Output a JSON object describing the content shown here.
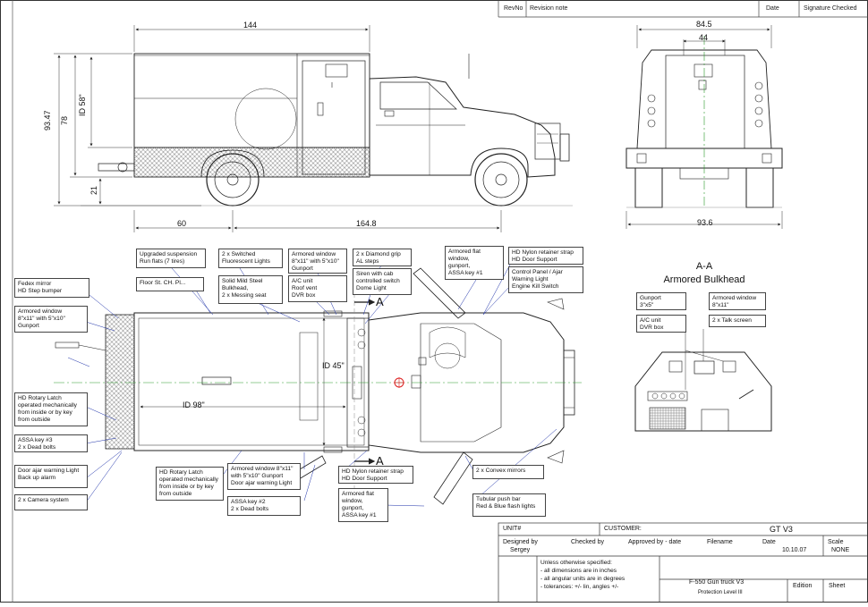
{
  "revision_header": {
    "rev_no": "RevNo",
    "revision_note": "Revision note",
    "date": "Date",
    "signature_checked": "Signature Checked"
  },
  "dimensions": {
    "side_length": "144",
    "side_height_total": "93.47",
    "side_height_box": "78",
    "side_inner_height": "ID 58\"",
    "side_ground": "21",
    "side_front_gap": "60",
    "side_wheelbase": "164.8",
    "rear_width_top": "84.5",
    "rear_inner_width": "44",
    "rear_width_bottom": "93.6",
    "plan_inner_width": "ID 45\"",
    "plan_inner_length": "ID 98\""
  },
  "section": {
    "title": "A-A",
    "subtitle": "Armored Bulkhead",
    "marker": "A"
  },
  "callouts": {
    "upgraded_suspension": "Upgraded suspension\nRun flats (7 tires)",
    "fluorescent_lights": "2 x Switched\nFluorescent Lights",
    "armored_window_top": "Armored window\n8\"x11\" with 5\"x10\"\nGunport",
    "diamond_grip": "2 x Diamond grip\nAL steps",
    "armored_flat_window_top": "Armored flat\nwindow,\ngunport,\nASSA key #1",
    "nylon_retainer_top": "HD Nylon retainer strap\nHD Door Support",
    "fedex_mirror": "Fedex mirror\nHD Step bumper",
    "floor": "Floor St. CH. Pl...",
    "solid_steel": "Solid Mild Steel\nBulkhead,\n2 x Messing seat",
    "ac_unit_top": "A/C unit\nRoof vent\nDVR box",
    "siren": "Siren with cab\ncontrolled switch\nDome Light",
    "control_panel": "Control Panel / Ajar\nWarning Light\nEngine Kill Switch",
    "armored_window_left": "Armored window\n8\"x11\" with 5\"x10\"\nGunport",
    "hd_rotary_left": "HD Rotary Latch\noperated mechanically\nfrom inside or by key\nfrom outside",
    "assa_3": "ASSA key #3\n2 x Dead bolts",
    "door_ajar": "Door ajar warning Light\nBack up alarm",
    "camera": "2 x Camera system",
    "hd_rotary_bottom": "HD Rotary Latch\noperated mechanically\nfrom inside or by key\nfrom outside",
    "armored_window_bottom": "Armored window 8\"x11\"\nwith 5\"x10\" Gunport\nDoor ajar warning Light",
    "assa_2": "ASSA key #2\n2 x Dead bolts",
    "nylon_retainer_bottom": "HD Nylon retainer strap\nHD Door Support",
    "armored_flat_window_bottom": "Armored flat\nwindow,\ngunport,\nASSA key #1",
    "convex_mirrors": "2 x Convex mirrors",
    "tubular_push_bar": "Tubular push bar\nRed & Blue flash lights",
    "gunport": "Gunport\n3\"x5\"",
    "armored_window_section": "Armored window\n8\"x11\"",
    "ac_unit_section": "A/C unit\nDVR box",
    "talk_screen": "2 x Talk screen"
  },
  "title_block": {
    "unit": "UNIT#",
    "customer": "CUSTOMER:",
    "model": "GT V3",
    "designed_by_label": "Designed by",
    "designed_by": "Sergey",
    "checked_by": "Checked by",
    "approved_by": "Approved by - date",
    "filename": "Filename",
    "date_label": "Date",
    "date": "10.10.07",
    "scale_label": "Scale",
    "scale": "NONE",
    "notes": "Unless otherwise specified:\n- all dimensions are in inches\n- all angular units are in degrees\n- tolerances: +/- lin, angles +/-",
    "drawing_title": "F-550 Gun truck V3",
    "protection": "Protection Level III",
    "edition": "Edition",
    "sheet": "Sheet"
  }
}
